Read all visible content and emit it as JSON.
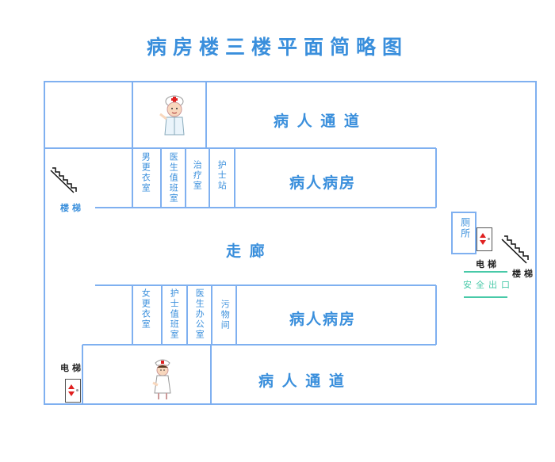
{
  "title": "病房楼三楼平面简略图",
  "colors": {
    "wall": "#7fb0f0",
    "text": "#3a8fdc",
    "exit_line": "#48c9a8",
    "elevator_arrow": "#e02020"
  },
  "top_passage": "病 人 通 道",
  "bottom_passage": "病 人 通 道",
  "corridor": "走 廊",
  "rooms_upper": [
    "男更衣室",
    "医生值班室",
    "治疗室",
    "护士站"
  ],
  "rooms_lower": [
    "女更衣室",
    "护士值班室",
    "医生办公室",
    "污物间"
  ],
  "ward_upper": "病人病房",
  "ward_lower": "病人病房",
  "stairs_left": "楼梯",
  "stairs_right": "楼梯",
  "elevator_left": "电梯",
  "elevator_right": "电梯",
  "toilet": "厕所",
  "exit": "安全出口",
  "icons": {
    "doctor": "doctor-icon",
    "nurse": "nurse-icon",
    "stairs": "stairs-icon",
    "elevator": "elevator-icon"
  }
}
